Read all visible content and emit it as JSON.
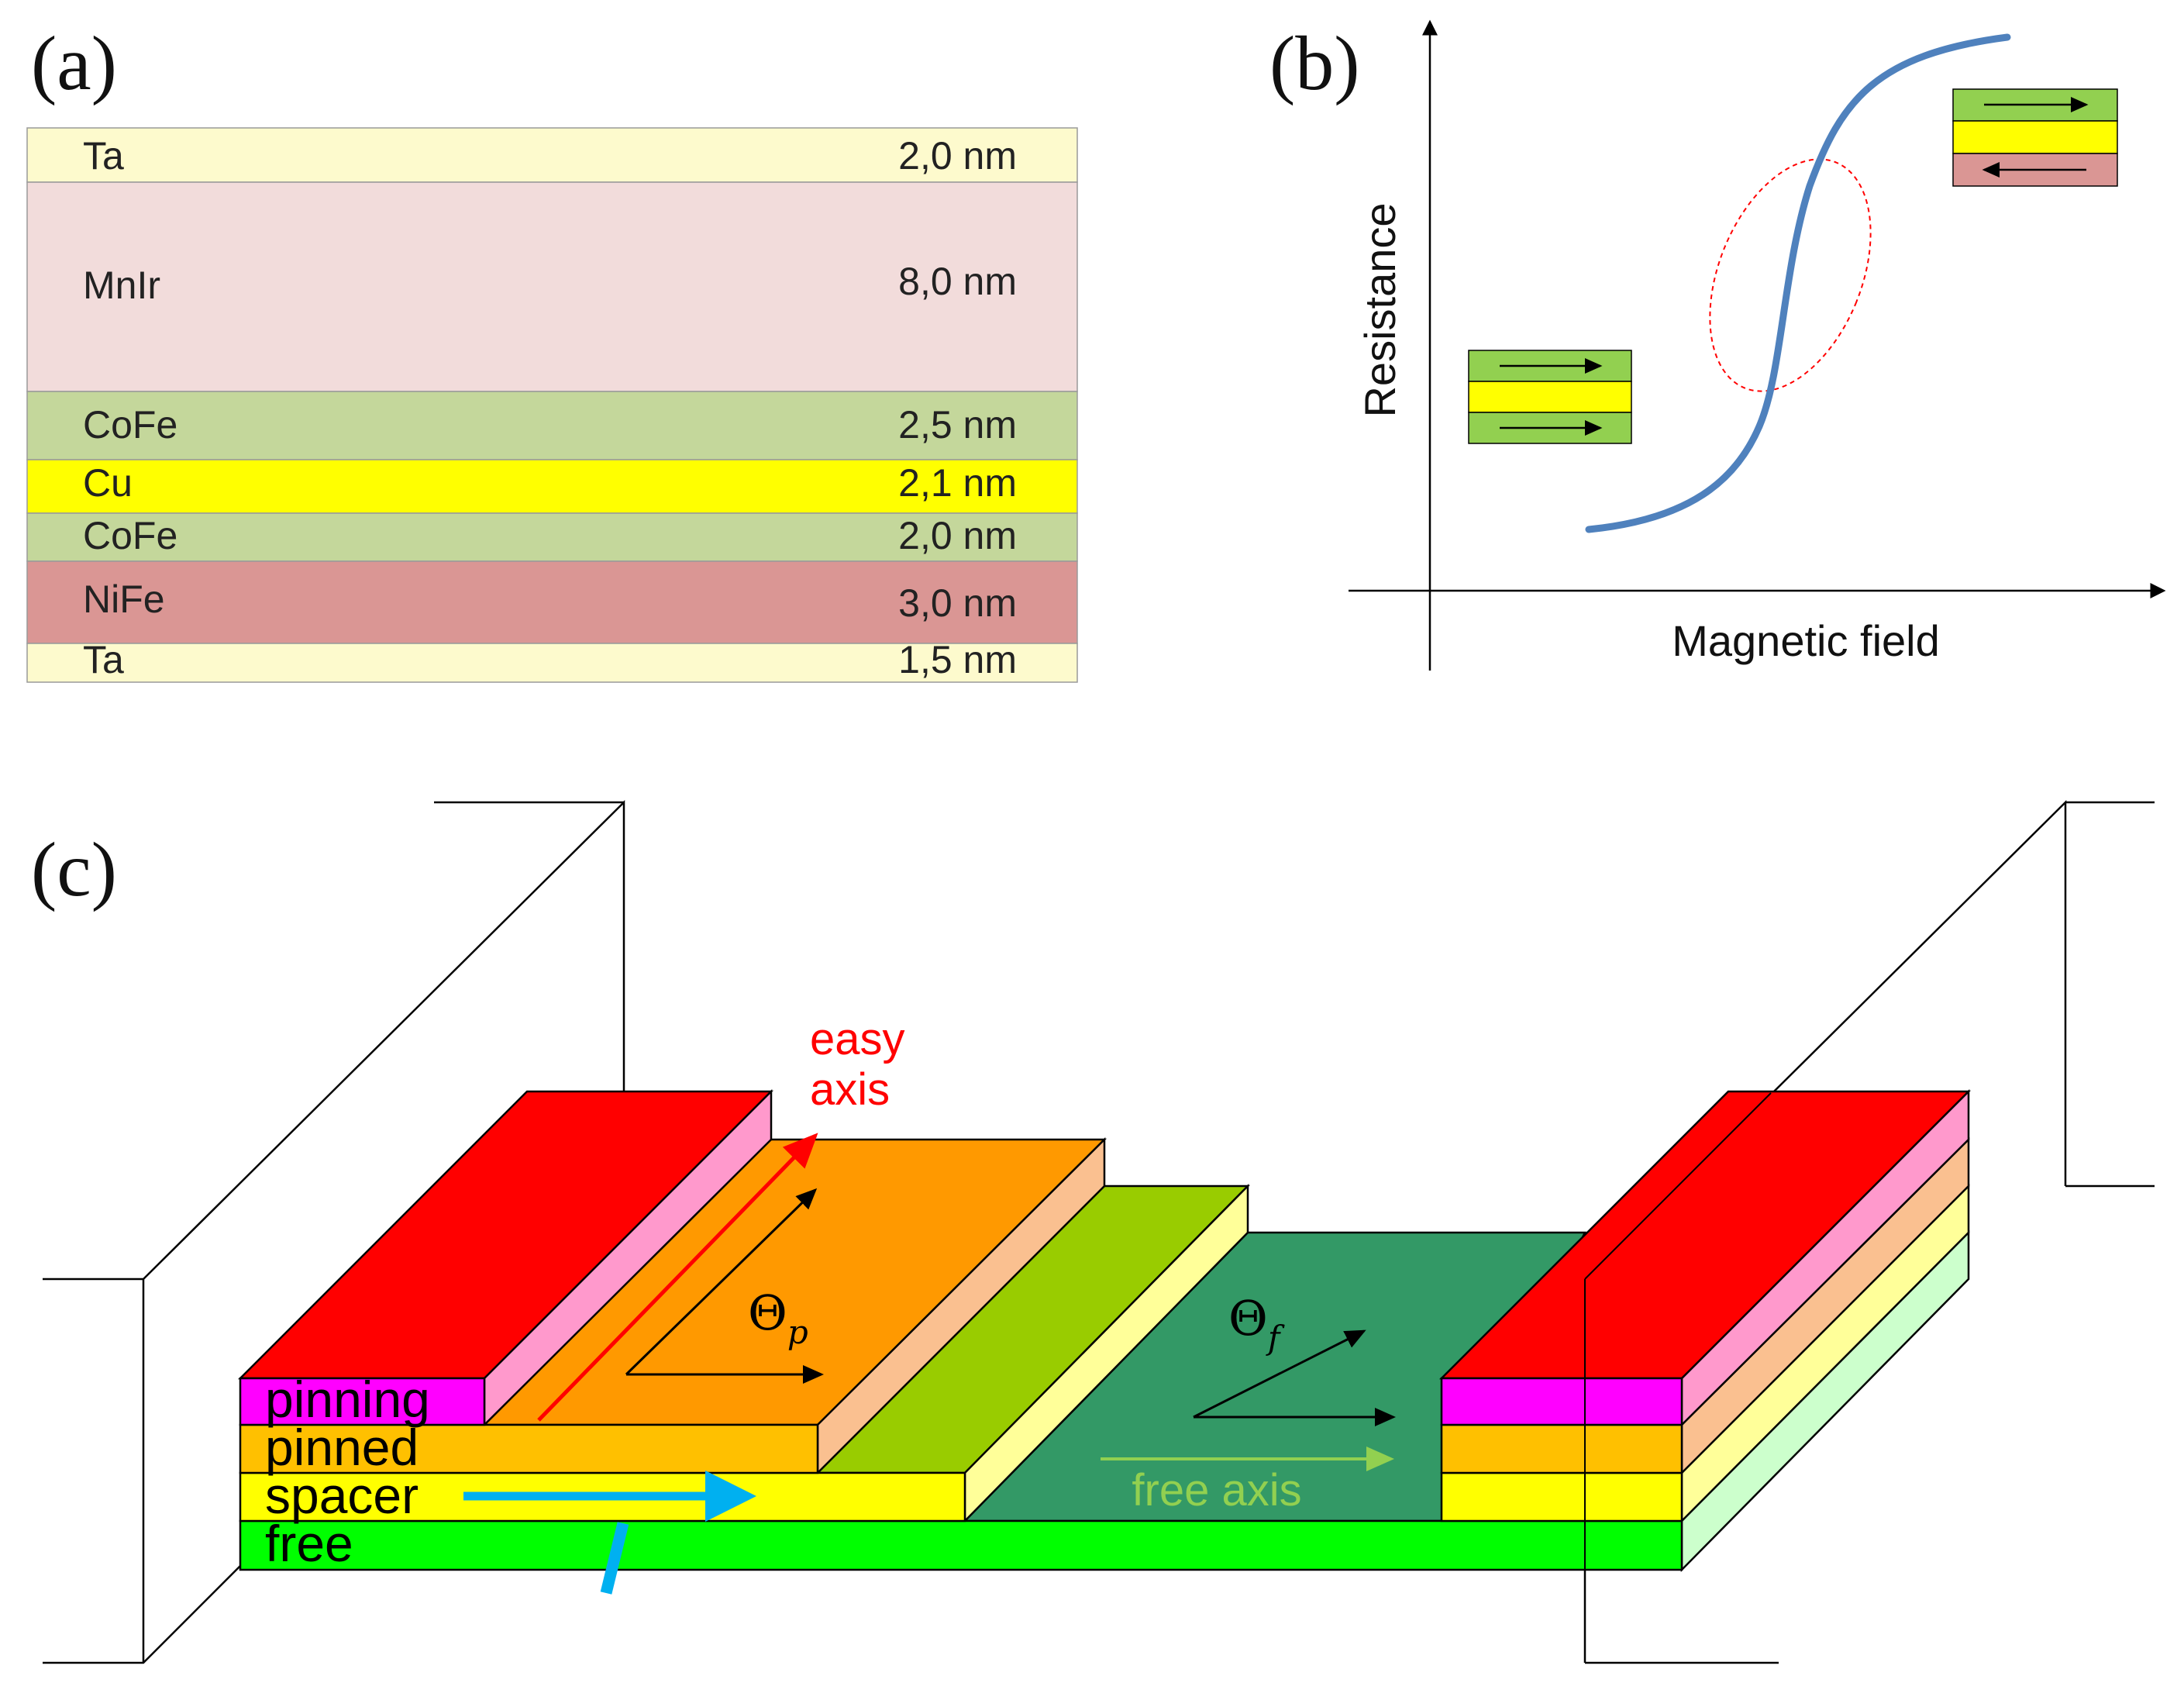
{
  "panel_labels": {
    "a": "(a)",
    "b": "(b)",
    "c": "(c)"
  },
  "stack": {
    "layers": [
      {
        "material": "Ta",
        "thickness": "2,0 nm",
        "color": "#fdfacd"
      },
      {
        "material": "MnIr",
        "thickness": "8,0 nm",
        "color": "#f2dcdb"
      },
      {
        "material": "CoFe",
        "thickness": "2,5 nm",
        "color": "#c4d79b"
      },
      {
        "material": "Cu",
        "thickness": "2,1 nm",
        "color": "#ffff00"
      },
      {
        "material": "CoFe",
        "thickness": "2,0 nm",
        "color": "#c4d79b"
      },
      {
        "material": "NiFe",
        "thickness": "3,0 nm",
        "color": "#da9694"
      },
      {
        "material": "Ta",
        "thickness": "1,5 nm",
        "color": "#fdfacd"
      }
    ]
  },
  "plot": {
    "xlabel": "Magnetic field",
    "ylabel": "Resistance",
    "curve_color": "#4f81bd",
    "hysteresis_color": "#ff0000"
  },
  "device": {
    "layer_names": [
      "pinning",
      "pinned",
      "spacer",
      "free"
    ],
    "easy_axis_label": [
      "easy",
      "axis"
    ],
    "free_axis_label": "free axis",
    "theta_p": {
      "symbol": "Θ",
      "sub": "p"
    },
    "theta_f": {
      "symbol": "Θ",
      "sub": "f"
    },
    "colors": {
      "pinning": "#ff00ff",
      "pinned": "#ffc000",
      "spacer": "#ffff00",
      "free": "#00ff00",
      "top_red": "#ff0000",
      "top_orange": "#ff9900",
      "top_lime": "#99cc00",
      "top_teal": "#339966",
      "current_arrow": "#00b0f0",
      "easy_axis": "#ff0000",
      "free_axis": "#92d050"
    }
  }
}
